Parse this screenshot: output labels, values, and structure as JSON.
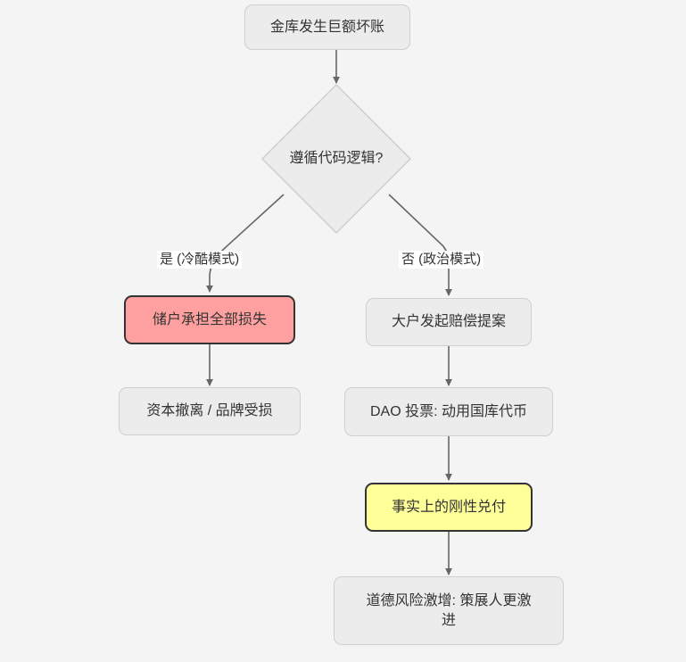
{
  "diagram": {
    "type": "flowchart",
    "direction": "top-down",
    "background_color": "#f4f4f4",
    "title": "",
    "default_node_fill": "#ececec",
    "default_node_border": "#cfcfcf",
    "edge_color": "#666666",
    "text_color": "#333333",
    "nodes": [
      {
        "id": "vault_bad_debt",
        "label": "金库发生巨额坏账",
        "shape": "rounded-rect",
        "style": "default",
        "fill": "#ececec",
        "border": "#cfcfcf"
      },
      {
        "id": "follow_code_logic",
        "label": "遵循代码逻辑?",
        "shape": "diamond",
        "style": "decision",
        "fill": "#ececec",
        "border": "#cfcfcf"
      },
      {
        "id": "depositors_bear_loss",
        "label": "储户承担全部损失",
        "shape": "rounded-rect",
        "style": "highlight-red",
        "fill": "#ffa0a0",
        "border": "#333333"
      },
      {
        "id": "capital_flight",
        "label": "资本撤离 / 品牌受损",
        "shape": "rounded-rect",
        "style": "default",
        "fill": "#ececec",
        "border": "#cfcfcf"
      },
      {
        "id": "whale_proposal",
        "label": "大户发起赔偿提案",
        "shape": "rounded-rect",
        "style": "default",
        "fill": "#ececec",
        "border": "#cfcfcf"
      },
      {
        "id": "dao_vote",
        "label": "DAO 投票: 动用国库代币",
        "shape": "rounded-rect",
        "style": "default",
        "fill": "#ececec",
        "border": "#cfcfcf"
      },
      {
        "id": "de_facto_guarantee",
        "label": "事实上的刚性兑付",
        "shape": "rounded-rect",
        "style": "highlight-yellow",
        "fill": "#ffff99",
        "border": "#333333"
      },
      {
        "id": "moral_hazard",
        "label": "道德风险激增: 策展人更激进",
        "shape": "rounded-rect",
        "style": "default",
        "fill": "#ececec",
        "border": "#cfcfcf"
      }
    ],
    "edges": [
      {
        "from": "vault_bad_debt",
        "to": "follow_code_logic",
        "label": ""
      },
      {
        "from": "follow_code_logic",
        "to": "depositors_bear_loss",
        "label": "是 (冷酷模式)"
      },
      {
        "from": "follow_code_logic",
        "to": "whale_proposal",
        "label": "否 (政治模式)"
      },
      {
        "from": "depositors_bear_loss",
        "to": "capital_flight",
        "label": ""
      },
      {
        "from": "whale_proposal",
        "to": "dao_vote",
        "label": ""
      },
      {
        "from": "dao_vote",
        "to": "de_facto_guarantee",
        "label": ""
      },
      {
        "from": "de_facto_guarantee",
        "to": "moral_hazard",
        "label": ""
      }
    ]
  }
}
